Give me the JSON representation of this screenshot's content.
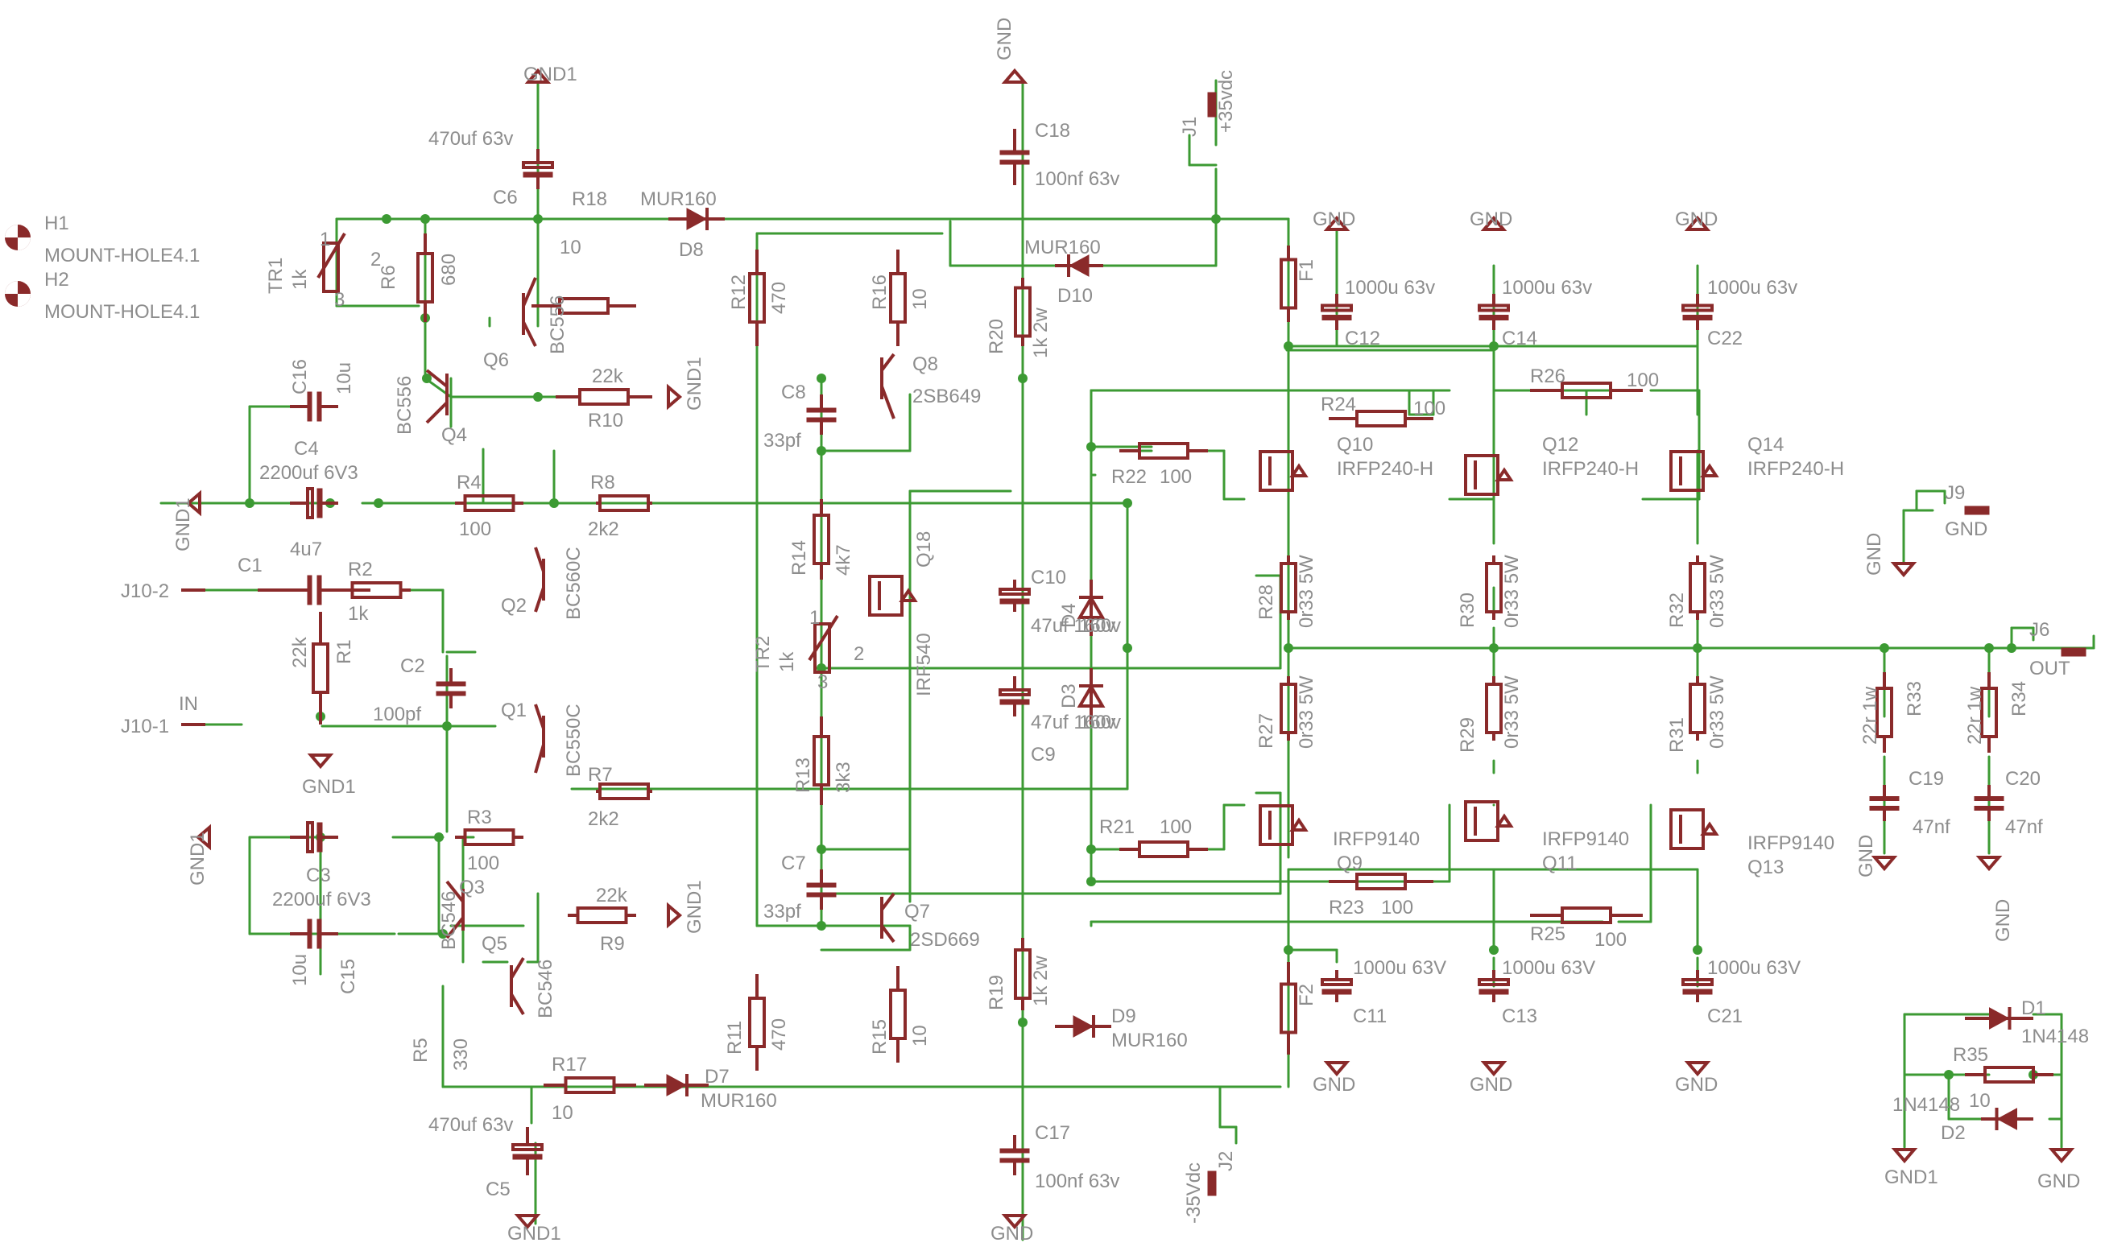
{
  "mount_holes": [
    {
      "name": "H1",
      "value": "MOUNT-HOLE4.1"
    },
    {
      "name": "H2",
      "value": "MOUNT-HOLE4.1"
    }
  ],
  "connectors": {
    "in_minus": "J10-2",
    "in_plus": "J10-1",
    "in_label": "IN",
    "j1": "J1",
    "j1_value": "+35vdc",
    "j2": "J2",
    "j2_value": "-35Vdc",
    "j6": "J6",
    "j6_value": "OUT",
    "j9": "J9",
    "j9_value": "GND"
  },
  "supplies": {
    "gnd": "GND",
    "gnd1": "GND1"
  },
  "resistors": {
    "R1": {
      "name": "R1",
      "value": "22k"
    },
    "R2": {
      "name": "R2",
      "value": "1k"
    },
    "R3": {
      "name": "R3",
      "value": "100"
    },
    "R4": {
      "name": "R4",
      "value": "100"
    },
    "R5": {
      "name": "R5",
      "value": "330"
    },
    "R6": {
      "name": "R6",
      "value": "680"
    },
    "R7": {
      "name": "R7",
      "value": "2k2"
    },
    "R8": {
      "name": "R8",
      "value": "2k2"
    },
    "R9": {
      "name": "R9",
      "value": "22k"
    },
    "R10": {
      "name": "R10",
      "value": "22k"
    },
    "R11": {
      "name": "R11",
      "value": "470"
    },
    "R12": {
      "name": "R12",
      "value": "470"
    },
    "R13": {
      "name": "R13",
      "value": "3k3"
    },
    "R14": {
      "name": "R14",
      "value": "4k7"
    },
    "R15": {
      "name": "R15",
      "value": "10"
    },
    "R16": {
      "name": "R16",
      "value": "10"
    },
    "R17": {
      "name": "R17",
      "value": "10"
    },
    "R18": {
      "name": "R18",
      "value": "10"
    },
    "R19": {
      "name": "R19",
      "value": "1k 2w"
    },
    "R20": {
      "name": "R20",
      "value": "1k 2w"
    },
    "R21": {
      "name": "R21",
      "value": "100"
    },
    "R22": {
      "name": "R22",
      "value": "100"
    },
    "R23": {
      "name": "R23",
      "value": "100"
    },
    "R24": {
      "name": "R24",
      "value": "100"
    },
    "R25": {
      "name": "R25",
      "value": "100"
    },
    "R26": {
      "name": "R26",
      "value": "100"
    },
    "R27": {
      "name": "R27",
      "value": "0r33 5W"
    },
    "R28": {
      "name": "R28",
      "value": "0r33 5W"
    },
    "R29": {
      "name": "R29",
      "value": "0r33 5W"
    },
    "R30": {
      "name": "R30",
      "value": "0r33 5W"
    },
    "R31": {
      "name": "R31",
      "value": "0r33 5W"
    },
    "R32": {
      "name": "R32",
      "value": "0r33 5W"
    },
    "R33": {
      "name": "R33",
      "value": "22r 1w"
    },
    "R34": {
      "name": "R34",
      "value": "22r 1w"
    },
    "R35": {
      "name": "R35",
      "value": "10"
    }
  },
  "capacitors": {
    "C1": {
      "name": "C1",
      "value": "4u7"
    },
    "C2": {
      "name": "C2",
      "value": "100pf"
    },
    "C3": {
      "name": "C3",
      "value": "2200uf 6V3"
    },
    "C4": {
      "name": "C4",
      "value": "2200uf 6V3"
    },
    "C5": {
      "name": "C5",
      "value": "470uf 63v"
    },
    "C6": {
      "name": "C6",
      "value": "470uf 63v"
    },
    "C7": {
      "name": "C7",
      "value": "33pf"
    },
    "C8": {
      "name": "C8",
      "value": "33pf"
    },
    "C9": {
      "name": "C9",
      "value": "47uf 160v"
    },
    "C10": {
      "name": "C10",
      "value": "47uf 160v"
    },
    "C11": {
      "name": "C11",
      "value": "1000u 63V"
    },
    "C12": {
      "name": "C12",
      "value": "1000u 63v"
    },
    "C13": {
      "name": "C13",
      "value": "1000u 63V"
    },
    "C14": {
      "name": "C14",
      "value": "1000u 63v"
    },
    "C15": {
      "name": "C15",
      "value": "10u"
    },
    "C16": {
      "name": "C16",
      "value": "10u"
    },
    "C17": {
      "name": "C17",
      "value": "100nf 63v"
    },
    "C18": {
      "name": "C18",
      "value": "100nf 63v"
    },
    "C19": {
      "name": "C19",
      "value": "47nf"
    },
    "C20": {
      "name": "C20",
      "value": "47nf"
    },
    "C21": {
      "name": "C21",
      "value": "1000u 63V"
    },
    "C22": {
      "name": "C22",
      "value": "1000u 63v"
    }
  },
  "transistors": {
    "Q1": {
      "name": "Q1",
      "value": "BC550C"
    },
    "Q2": {
      "name": "Q2",
      "value": "BC560C"
    },
    "Q3": {
      "name": "Q3",
      "value": "BC546"
    },
    "Q4": {
      "name": "Q4",
      "value": "BC556"
    },
    "Q5": {
      "name": "Q5",
      "value": "BC546"
    },
    "Q6": {
      "name": "Q6",
      "value": "BC556"
    },
    "Q7": {
      "name": "Q7",
      "value": "2SD669"
    },
    "Q8": {
      "name": "Q8",
      "value": "2SB649"
    },
    "Q9": {
      "name": "Q9",
      "value": "IRFP9140"
    },
    "Q10": {
      "name": "Q10",
      "value": "IRFP240-H"
    },
    "Q11": {
      "name": "Q11",
      "value": "IRFP9140"
    },
    "Q12": {
      "name": "Q12",
      "value": "IRFP240-H"
    },
    "Q13": {
      "name": "Q13",
      "value": "IRFP9140"
    },
    "Q14": {
      "name": "Q14",
      "value": "IRFP240-H"
    },
    "Q18": {
      "name": "Q18",
      "value": "IRF540"
    }
  },
  "diodes": {
    "D1": {
      "name": "D1",
      "value": "1N4148"
    },
    "D2": {
      "name": "D2",
      "value": "1N4148"
    },
    "D3": {
      "name": "D3",
      "value": "160v"
    },
    "D4": {
      "name": "D4",
      "value": "160v"
    },
    "D7": {
      "name": "D7",
      "value": "MUR160"
    },
    "D8": {
      "name": "D8",
      "value": "MUR160"
    },
    "D9": {
      "name": "D9",
      "value": "MUR160"
    },
    "D10": {
      "name": "D10",
      "value": "MUR160"
    }
  },
  "trimmers": {
    "TR1": {
      "name": "TR1",
      "value": "1k",
      "pin1": "1",
      "pin2": "2",
      "pin3": "3"
    },
    "TR2": {
      "name": "TR2",
      "value": "1k",
      "pin1": "1",
      "pin2": "2",
      "pin3": "3"
    }
  },
  "fuses": {
    "F1": "F1",
    "F2": "F2"
  }
}
